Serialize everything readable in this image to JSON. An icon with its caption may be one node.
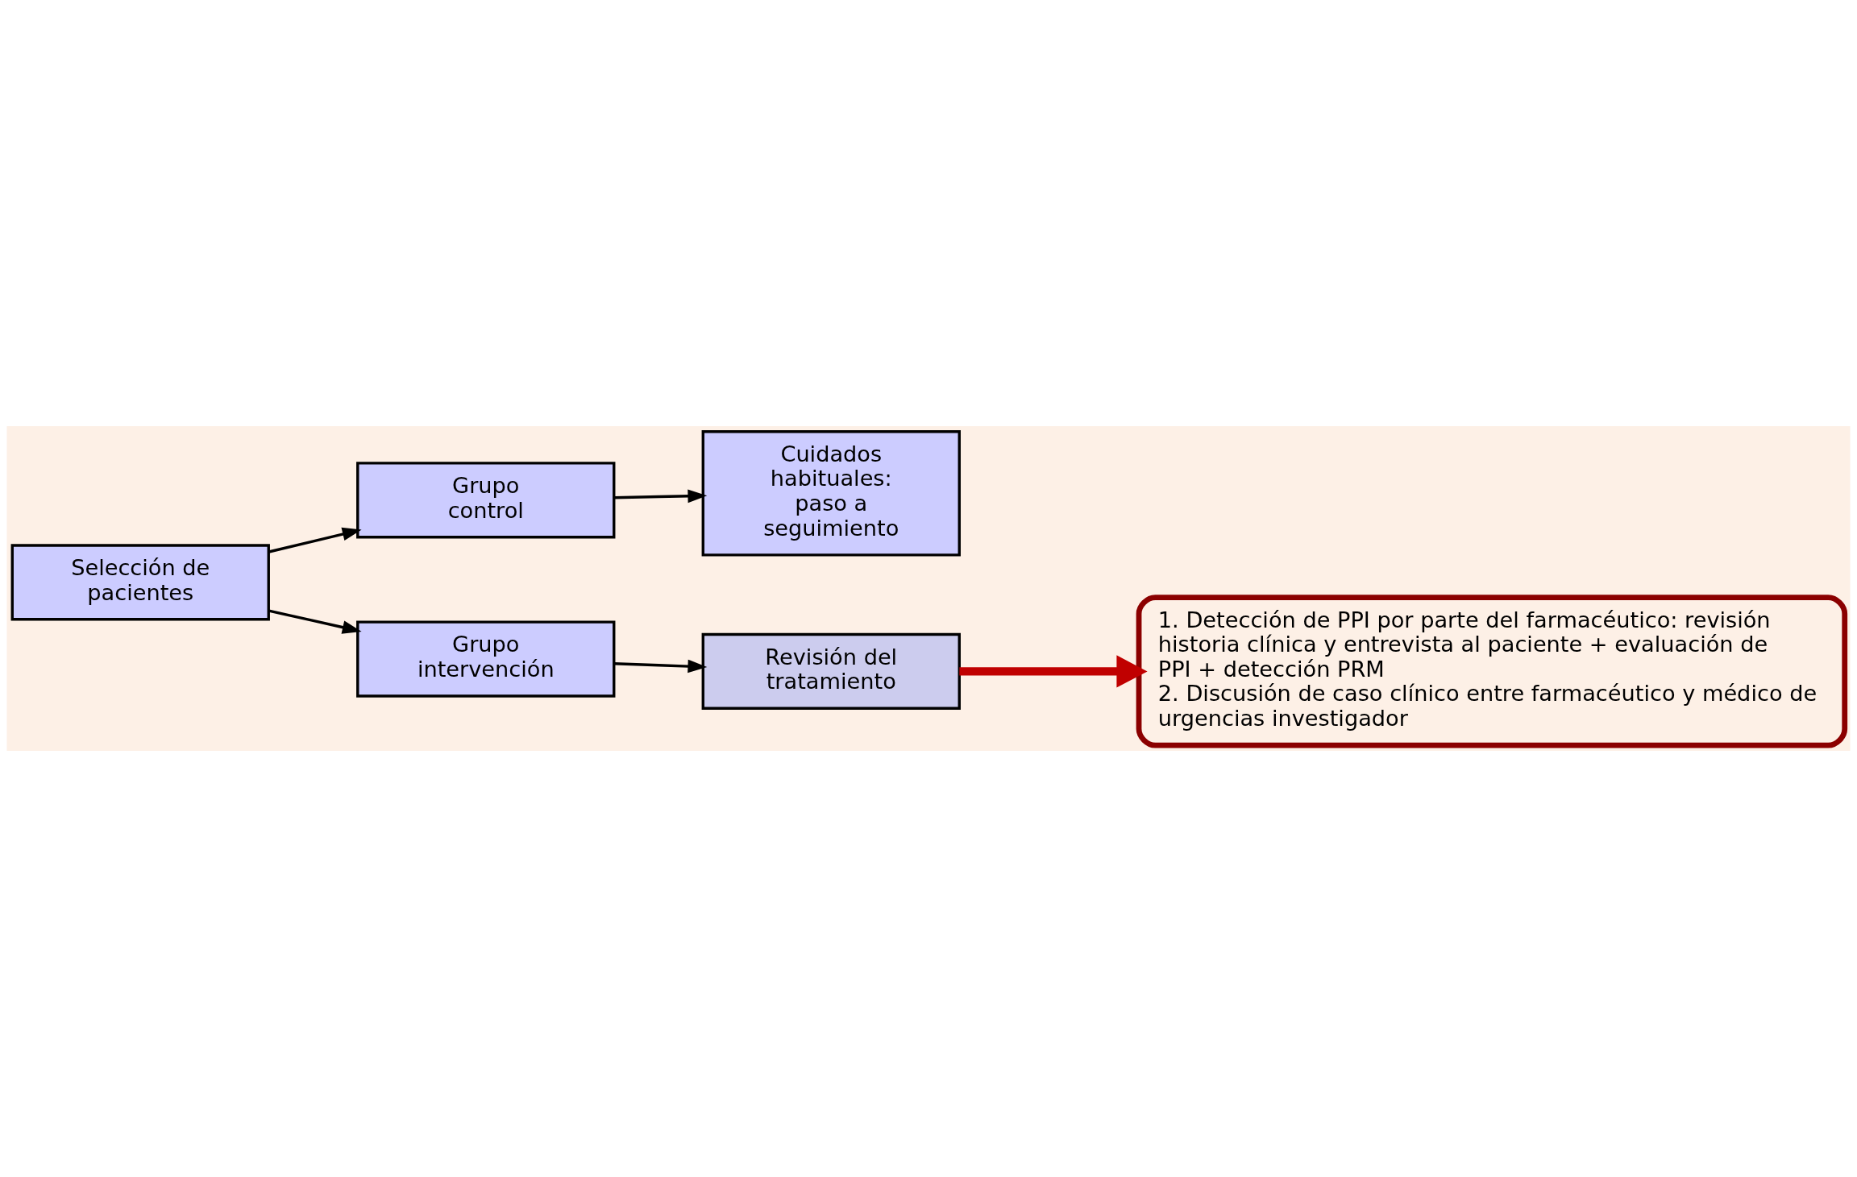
{
  "diagram": {
    "nodes": [
      {
        "text": [
          "Selección de pacientes"
        ]
      },
      {
        "text": [
          "Grupo control"
        ]
      },
      {
        "text": [
          "Cuidados habituales: paso a seguimiento"
        ]
      },
      {
        "text": [
          "Grupo intervención"
        ]
      },
      {
        "text": [
          "Revisión del tratamiento"
        ]
      },
      {
        "text": [
          "1. Detección de PPI por parte del farmacéutico: revisión historia clínica y entrevista al paciente + evaluación de PPI + detección PRM",
          "2. Discusión de caso clínico entre farmacéutico y médico de urgencias investigador"
        ]
      }
    ],
    "edges": [
      {
        "from": 0,
        "to": 1,
        "arrow": "to"
      },
      {
        "from": 1,
        "to": 2,
        "arrow": "to"
      },
      {
        "from": 0,
        "to": 3,
        "arrow": "to"
      },
      {
        "from": 3,
        "to": 4,
        "arrow": "to"
      },
      {
        "from": 4,
        "to": 5,
        "arrow": "to",
        "style": "thick",
        "color": "#c00000"
      }
    ]
  }
}
